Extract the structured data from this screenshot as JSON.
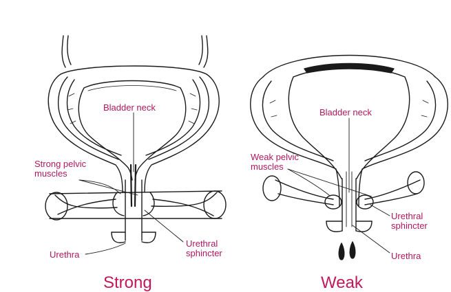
{
  "strong": {
    "caption": "Strong",
    "labels": {
      "bladder_neck": "Bladder neck",
      "pelvic_line1": "Strong pelvic",
      "pelvic_line2": "muscles",
      "urethra": "Urethra",
      "sphincter_line1": "Urethral",
      "sphincter_line2": "sphincter"
    }
  },
  "weak": {
    "caption": "Weak",
    "labels": {
      "bladder_neck": "Bladder neck",
      "pelvic_line1": "Weak pelvic",
      "pelvic_line2": "muscles",
      "sphincter_line1": "Urethral",
      "sphincter_line2": "sphincter",
      "urethra": "Urethra"
    }
  },
  "colors": {
    "label": "#b0175f",
    "caption": "#c2185b",
    "line_art": "#1a1a1a"
  }
}
